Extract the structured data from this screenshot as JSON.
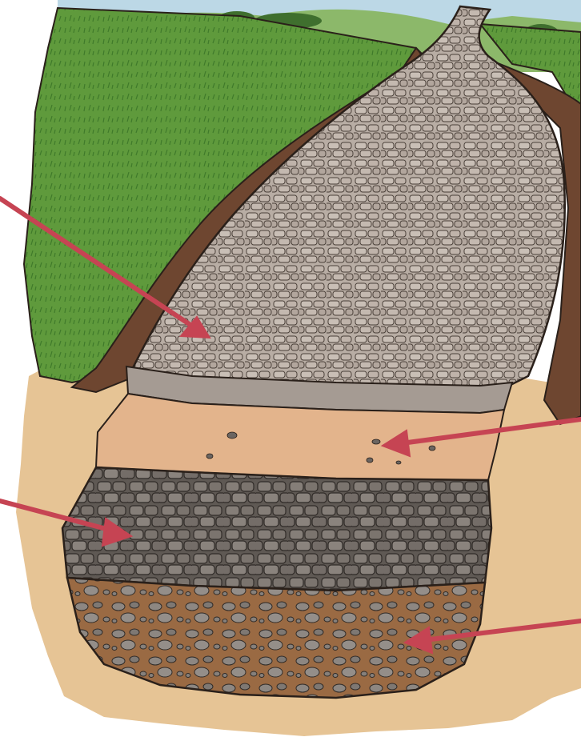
{
  "diagram": {
    "layers": [
      {
        "id": "paving-stones",
        "color": "#b8ada4"
      },
      {
        "id": "sand-layer",
        "color": "#e3b48c"
      },
      {
        "id": "large-stone-layer",
        "color": "#78716c"
      },
      {
        "id": "rubble-foundation",
        "color": "#9a6a43"
      }
    ],
    "arrow_color": "#c64453",
    "colors": {
      "grass": "#5f9a3c",
      "grass_dark": "#3f7a2a",
      "hills": "#8cb86a",
      "sky": "#bcd8e6",
      "soil": "#6e4630",
      "ground_sand": "#e6c495",
      "outline": "#2a201a"
    }
  }
}
